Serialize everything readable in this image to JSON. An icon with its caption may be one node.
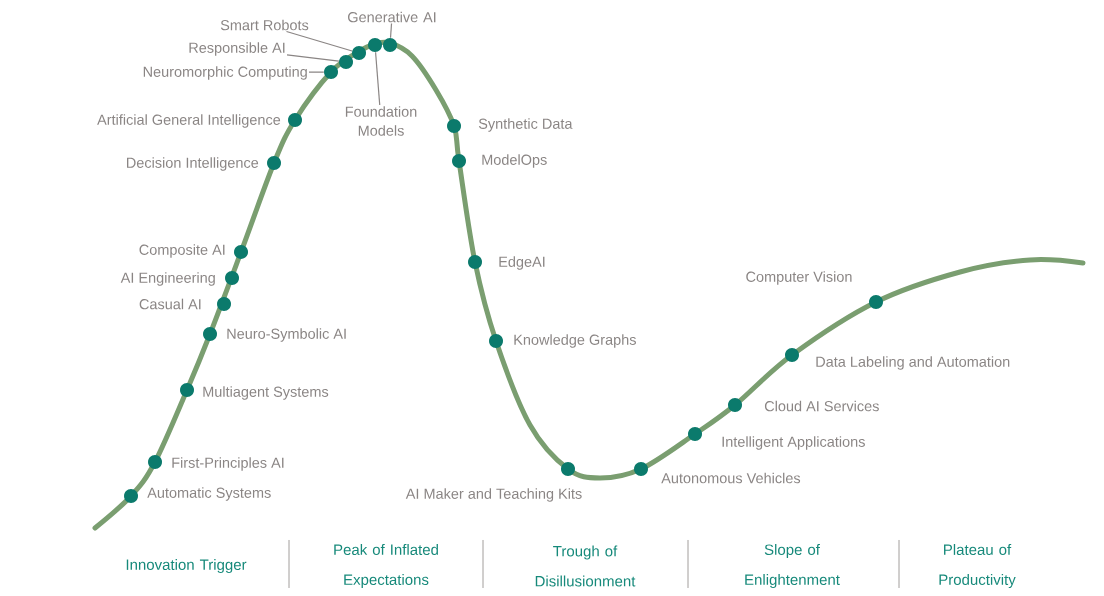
{
  "diagram": {
    "nodes": [
      {
        "text": [],
        "shape": "circle",
        "beside": [
          "Automatic Systems"
        ]
      },
      {
        "text": [],
        "shape": "circle",
        "beside": [
          "First-Principles AI"
        ]
      },
      {
        "text": [],
        "shape": "circle",
        "beside": [
          "Multiagent Systems"
        ]
      },
      {
        "text": [],
        "shape": "circle",
        "beside": [
          "Neuro-Symbolic AI"
        ]
      },
      {
        "text": [],
        "shape": "circle",
        "beside": [
          "Casual AI"
        ]
      },
      {
        "text": [],
        "shape": "circle",
        "beside": [
          "AI Engineering"
        ]
      },
      {
        "text": [],
        "shape": "circle",
        "beside": [
          "Composite AI"
        ]
      },
      {
        "text": [],
        "shape": "circle",
        "beside": [
          "Decision Intelligence"
        ]
      },
      {
        "text": [],
        "shape": "circle",
        "beside": [
          "Artificial General Intelligence"
        ]
      },
      {
        "text": [
          "Neuromorphic Computing"
        ]
      },
      {
        "text": [],
        "shape": "circle"
      },
      {
        "text": [
          "Responsible AI"
        ]
      },
      {
        "text": [],
        "shape": "circle"
      },
      {
        "text": [
          "Smart Robots"
        ]
      },
      {
        "text": [],
        "shape": "circle"
      },
      {
        "text": [],
        "shape": "circle"
      },
      {
        "text": [
          "Foundation Models"
        ]
      },
      {
        "text": [
          "Generative AI"
        ]
      },
      {
        "text": [],
        "shape": "circle"
      },
      {
        "text": [],
        "shape": "circle",
        "beside": [
          "Synthetic Data"
        ]
      },
      {
        "text": [],
        "shape": "circle",
        "beside": [
          "ModelOps"
        ]
      },
      {
        "text": [],
        "shape": "circle",
        "beside": [
          "EdgeAI"
        ]
      },
      {
        "text": [],
        "shape": "circle",
        "beside": [
          "Knowledge Graphs"
        ]
      },
      {
        "text": [],
        "shape": "circle",
        "beside": [
          "AI Maker and Teaching Kits"
        ]
      },
      {
        "text": [],
        "shape": "circle",
        "beside": [
          "Autonomous Vehicles"
        ]
      },
      {
        "text": [],
        "shape": "circle",
        "beside": [
          "Intelligent Applications"
        ]
      },
      {
        "text": [],
        "shape": "circle",
        "beside": [
          "Cloud AI Services"
        ]
      },
      {
        "text": [],
        "shape": "circle",
        "beside": [
          "Data Labeling and Automation"
        ]
      },
      {
        "text": [],
        "shape": "circle",
        "beside": [
          "Computer Vision"
        ]
      }
    ],
    "edges": [
      {
        "from": 9,
        "to": 10,
        "arrow": "none"
      },
      {
        "from": 11,
        "to": 12,
        "arrow": "none"
      },
      {
        "from": 13,
        "to": 14,
        "arrow": "none"
      },
      {
        "from": 16,
        "to": 15,
        "arrow": "none"
      },
      {
        "from": 17,
        "to": 18,
        "arrow": "none"
      }
    ],
    "labels": [
      "Innovation Trigger",
      "Peak of Inflated Expectations",
      "Trough of Disillusionment",
      "Slope of Enlightenment",
      "Plateau of Productivity"
    ]
  }
}
